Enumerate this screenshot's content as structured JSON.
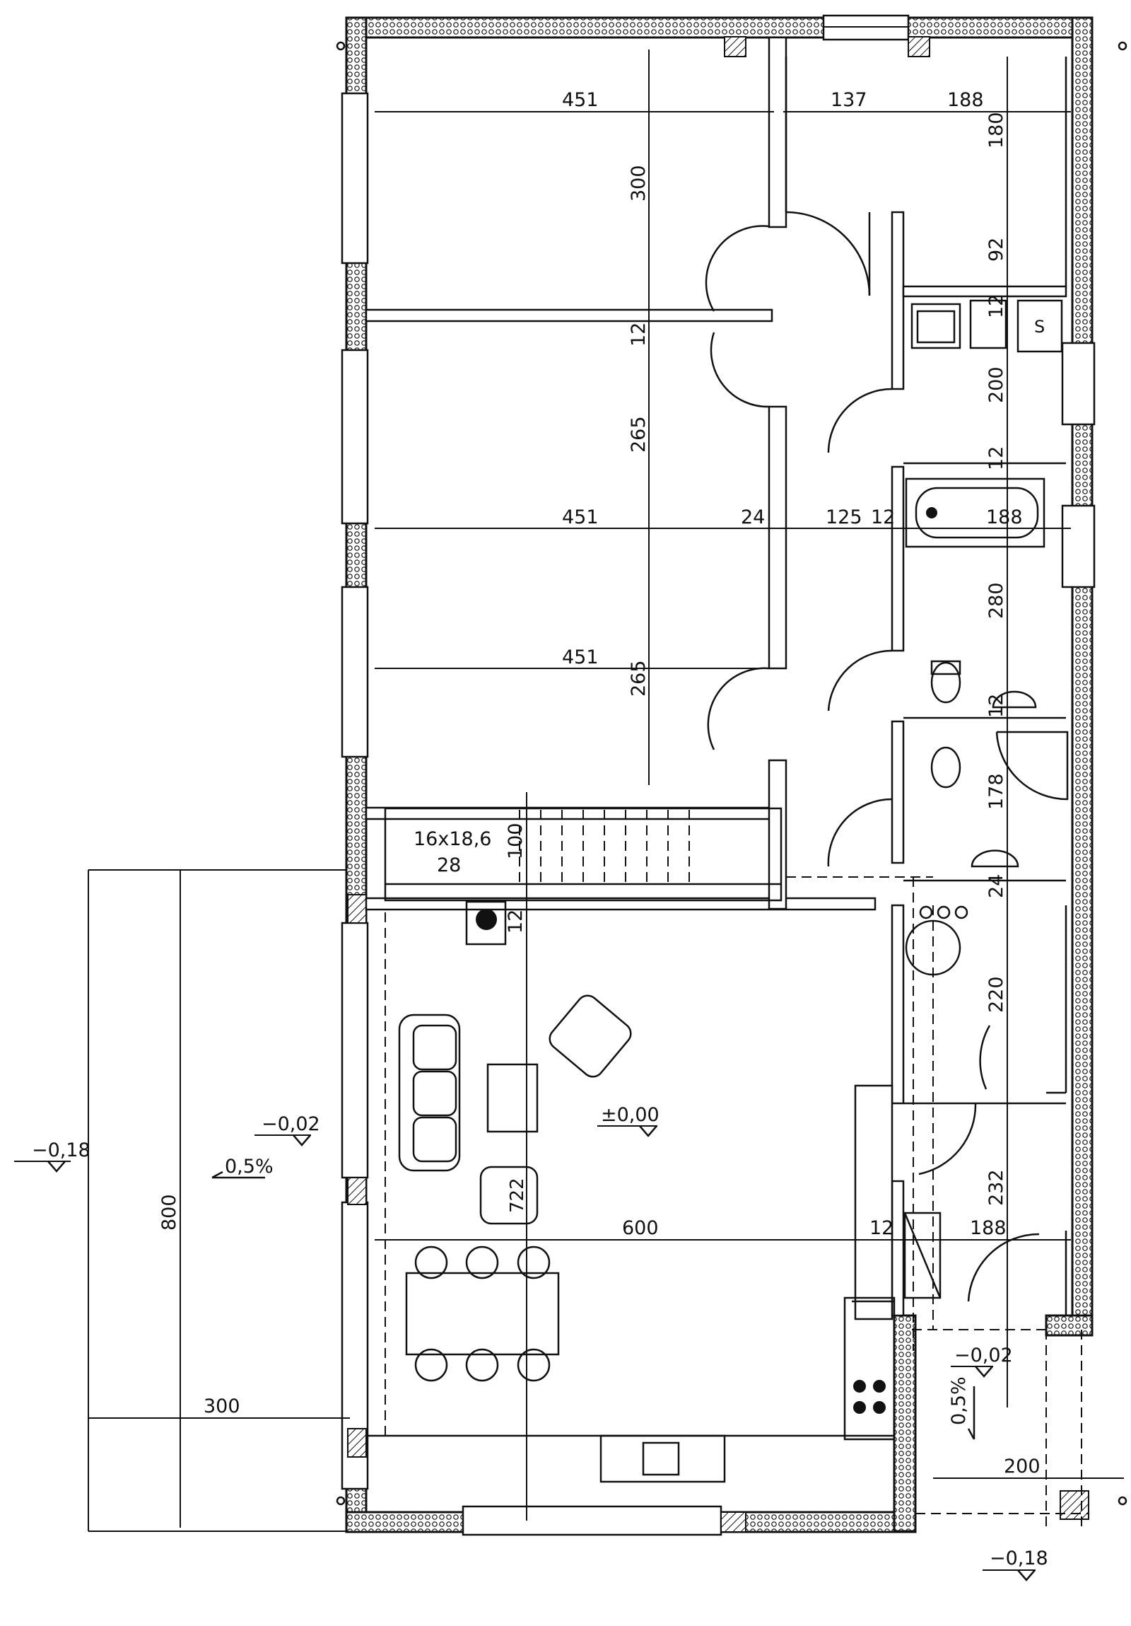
{
  "dimensions": {
    "room1_width": "451",
    "room1_height": "300",
    "hall_top_left": "137",
    "hall_top_right": "188",
    "right_top": "180",
    "right_mid": "92",
    "wall_12_a": "12",
    "wall_12_b": "12",
    "room2_height": "265",
    "bath_pre": "200",
    "wall_12_c": "12",
    "row_451": "451",
    "row_24": "24",
    "row_125": "125",
    "row_12": "12",
    "row_188": "188",
    "room3_width": "451",
    "room3_height": "265",
    "bath_280": "280",
    "wall_12_d": "12",
    "wc_178": "178",
    "stair_spec": "16x18,6",
    "stair_tread": "28",
    "stair_100": "100",
    "wall_24": "24",
    "room_220": "220",
    "living_12": "12",
    "living_600": "600",
    "living_12_b": "12",
    "living_188": "188",
    "room_232": "232",
    "terrace_800": "800",
    "terrace_300": "300",
    "entry_200": "200",
    "table_722": "722"
  },
  "levels": {
    "outer_left": "−0,18",
    "terrace": "−0,02",
    "slope_terrace": "0,5%",
    "floor": "±0,00",
    "entry": "−0,02",
    "slope_entry": "0,5%",
    "outer_bottom": "−0,18"
  },
  "appliance_labels": {
    "fridge": "S"
  }
}
